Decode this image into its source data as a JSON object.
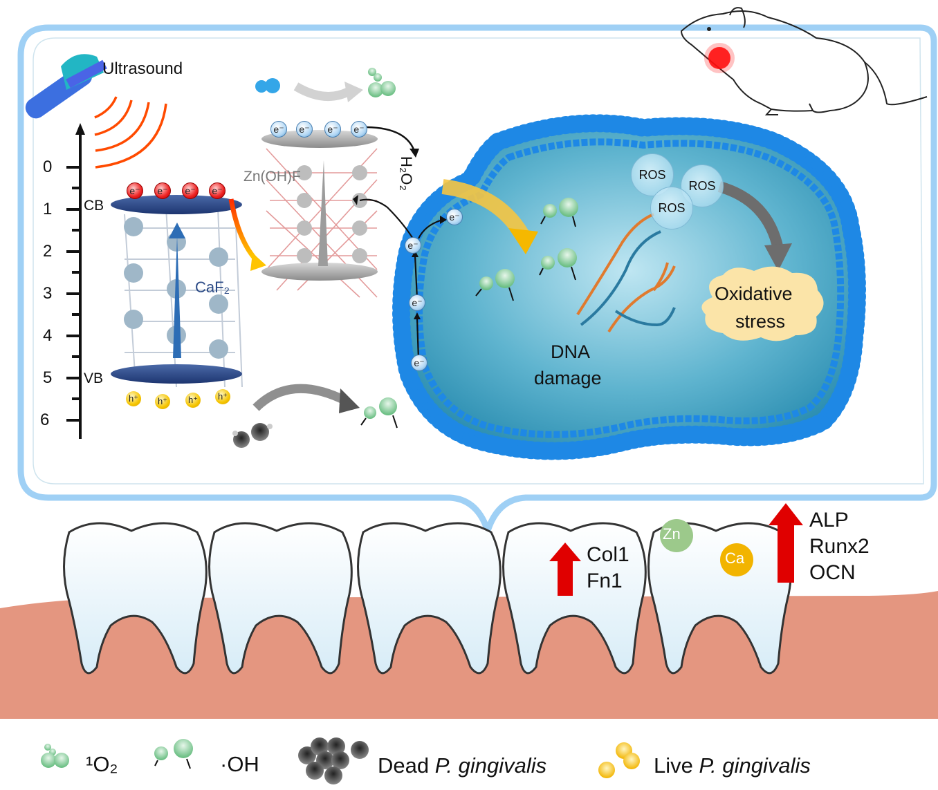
{
  "figure": {
    "ultrasound_label": "Ultrasound",
    "energy_axis": {
      "ticks": [
        "0",
        "1",
        "2",
        "3",
        "4",
        "5",
        "6"
      ],
      "cb_label": "CB",
      "vb_label": "VB"
    },
    "materials": {
      "caf2": "CaF₂",
      "znohf": "Zn(OH)F"
    },
    "carriers": {
      "electron": "e⁻",
      "hole": "h⁺"
    },
    "h2o2_label": "H₂O₂",
    "ros_labels": [
      "ROS",
      "ROS",
      "ROS"
    ],
    "dna_damage_label": [
      "DNA",
      "damage"
    ],
    "oxidative_stress_label": [
      "Oxidative",
      "stress"
    ],
    "elements": {
      "zn": "Zn",
      "ca": "Ca"
    },
    "markers_up_left": [
      "Col1",
      "Fn1"
    ],
    "markers_up_right": [
      "ALP",
      "Runx2",
      "OCN"
    ],
    "legend": [
      {
        "icon": "singlet-oxygen-icon",
        "text": "¹O₂"
      },
      {
        "icon": "hydroxyl-radical-icon",
        "text": "·OH"
      },
      {
        "icon": "dead-bacteria-icon",
        "text_plain": "Dead ",
        "text_italic": "P. gingivalis"
      },
      {
        "icon": "live-bacteria-icon",
        "text_plain": "Live ",
        "text_italic": "P. gingivalis"
      }
    ],
    "colors": {
      "cell_fill": "#3fa3c4",
      "membrane": "#1e88e5",
      "band": "#2b4a86",
      "gum": "#e49680",
      "arrow_red": "#e00000",
      "wave": "#ff4a00",
      "frame": "#9fd0f5"
    }
  }
}
